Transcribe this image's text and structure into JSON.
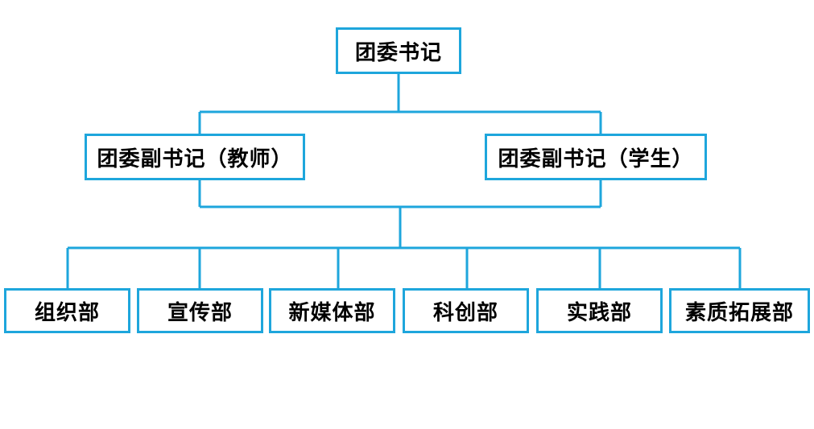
{
  "colors": {
    "line": "#1ea6dc",
    "box_border": "#1ea6dc",
    "text": "#000000",
    "background": "#ffffff"
  },
  "org": {
    "root": {
      "label": "团委书记"
    },
    "vice": [
      {
        "label": "团委副书记（教师）"
      },
      {
        "label": "团委副书记（学生）"
      }
    ],
    "departments": [
      {
        "label": "组织部"
      },
      {
        "label": "宣传部"
      },
      {
        "label": "新媒体部"
      },
      {
        "label": "科创部"
      },
      {
        "label": "实践部"
      },
      {
        "label": "素质拓展部"
      }
    ]
  }
}
